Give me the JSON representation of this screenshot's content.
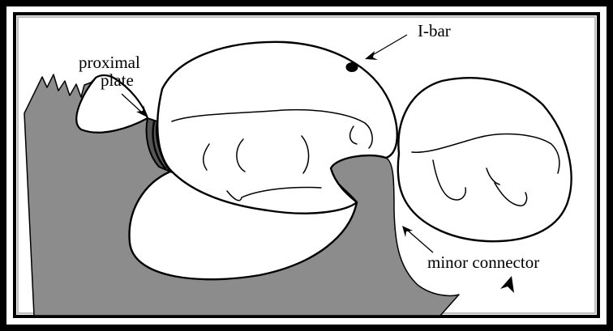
{
  "figure": {
    "labels": {
      "proximal_plate_line1": "proximal",
      "proximal_plate_line2": "plate",
      "i_bar": "I-bar",
      "minor_connector": "minor connector"
    },
    "colors": {
      "frame": "#000000",
      "frame_inner": "#bdbdbd",
      "framework": "#8c8c8c",
      "proximal_plate": "#555555",
      "tooth": "#ffffff",
      "outline": "#000000"
    }
  }
}
